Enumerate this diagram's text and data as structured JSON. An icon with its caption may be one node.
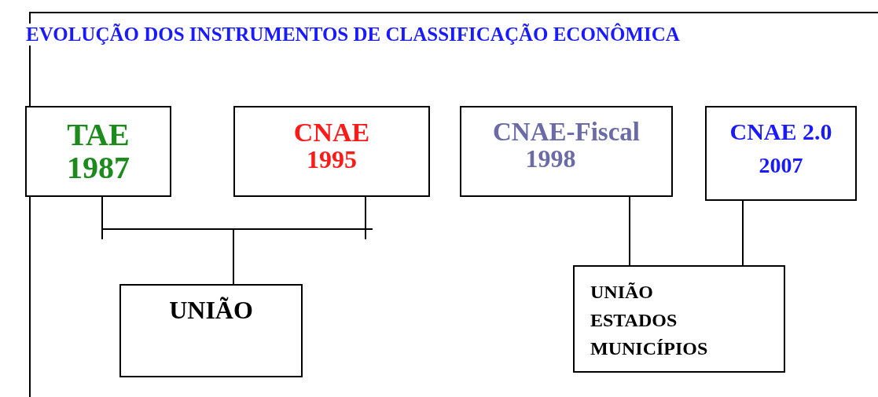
{
  "diagram": {
    "title": "EVOLUÇÃO DOS INSTRUMENTOS DE CLASSIFICAÇÃO ECONÔMICA",
    "nodes": [
      {
        "text": [
          "TAE",
          "1987"
        ]
      },
      {
        "text": [
          "CNAE",
          "1995"
        ]
      },
      {
        "text": [
          "CNAE-Fiscal",
          "1998"
        ]
      },
      {
        "text": [
          "CNAE 2.0",
          "2007"
        ]
      },
      {
        "text": [
          "UNIÃO"
        ]
      },
      {
        "text": [
          "UNIÃO ESTADOS MUNICÍPIOS"
        ]
      }
    ],
    "edges": [
      {
        "from": 0,
        "to": 4,
        "arrow": "none"
      },
      {
        "from": 1,
        "to": 4,
        "arrow": "none"
      },
      {
        "from": 2,
        "to": 5,
        "arrow": "none"
      },
      {
        "from": 3,
        "to": 5,
        "arrow": "none"
      }
    ]
  }
}
